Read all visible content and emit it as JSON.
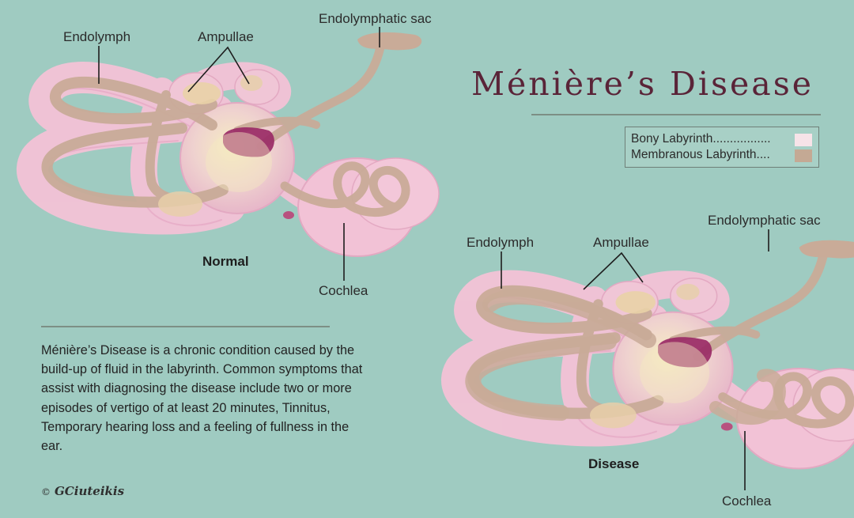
{
  "title": "Ménière’s Disease",
  "legend": {
    "bony": "Bony Labyrinth.................",
    "membranous": "Membranous Labyrinth....",
    "bony_color": "#f7e3e8",
    "membranous_color": "#c4a994"
  },
  "normal": {
    "endolymph": "Endolymph",
    "ampullae": "Ampullae",
    "sac": "Endolymphatic sac",
    "cochlea": "Cochlea",
    "caption": "Normal"
  },
  "disease": {
    "endolymph": "Endolymph",
    "ampullae": "Ampullae",
    "sac": "Endolymphatic sac",
    "cochlea": "Cochlea",
    "caption": "Disease"
  },
  "description": "Ménière’s Disease is a chronic condition caused by the build-up of fluid in the labyrinth. Common symptoms that assist with diagnosing the disease include two or more episodes of vertigo of at least 20 minutes, Tinnitus, Temporary hearing loss and a feeling of fullness in the ear.",
  "credit": "GCiuteikis",
  "colors": {
    "background": "#9fcbc1",
    "bony": "#f2c2d6",
    "membranous": "#c9ab98",
    "utricle": "#9a2a66"
  }
}
